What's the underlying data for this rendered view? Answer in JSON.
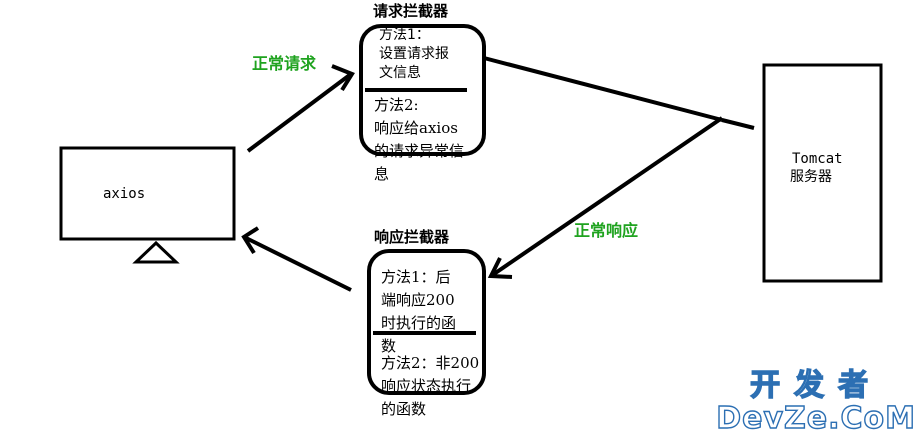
{
  "browser": {
    "label": "axios"
  },
  "server": {
    "name": "Tomcat",
    "subtitle": "服务器"
  },
  "request_interceptor": {
    "title": "请求拦截器",
    "method1": [
      "方法1：",
      "设置请求报",
      "文信息"
    ],
    "method2": [
      "方法2:",
      "响应给axios",
      "的请求异常信",
      "息"
    ]
  },
  "response_interceptor": {
    "title": "响应拦截器",
    "method1": [
      "方法1：后",
      "端响应200",
      "时执行的函",
      "数"
    ],
    "method2": [
      "方法2：非200",
      "响应状态执行",
      "的函数"
    ]
  },
  "labels": {
    "normal_request": "正常请求",
    "normal_response": "正常响应"
  },
  "watermark": {
    "cn": "开发者",
    "en": "DevZe.CoM"
  },
  "colors": {
    "line": "#000000",
    "label_green": "#1fa31f",
    "watermark_blue": "#2c6fb3"
  }
}
